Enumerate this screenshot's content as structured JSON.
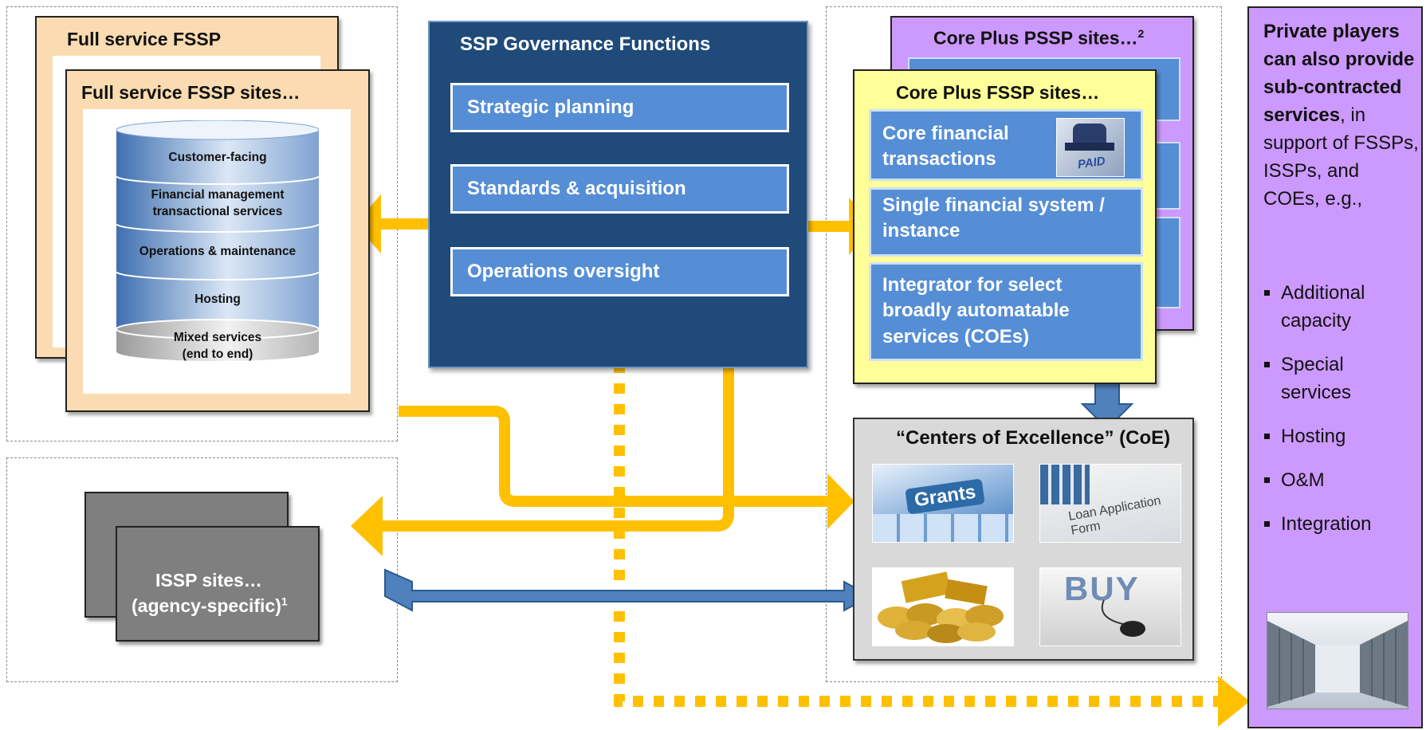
{
  "left_panel": {
    "back_title": "Full service FSSP",
    "front_title": "Full service FSSP sites…",
    "stack_layers": [
      "Customer-facing",
      "Financial management transactional services",
      "Operations & maintenance",
      "Hosting",
      "Mixed services (end to end)"
    ]
  },
  "governance": {
    "title": "SSP Governance Functions",
    "items": [
      "Strategic planning",
      "Standards & acquisition",
      "Operations oversight"
    ]
  },
  "core_plus": {
    "pssp_title": "Core Plus PSSP sites…",
    "pssp_superscript": "2",
    "fssp_title": "Core Plus FSSP sites…",
    "items": [
      "Core financial transactions",
      "Single financial system / instance",
      "Integrator for select broadly automatable services (COEs)"
    ],
    "stamp_label": "PAID"
  },
  "coe": {
    "title": "“Centers of Excellence” (CoE)",
    "images": [
      "Grants",
      "Loan Application Form",
      "Gold coins",
      "BUY"
    ]
  },
  "issp": {
    "line1": "ISSP sites…",
    "line2": "(agency-specific)",
    "superscript": "1"
  },
  "private": {
    "bold_text": "Private players can also provide sub-contracted services",
    "rest_text": ", in support of FSSPs, ISSPs, and COEs, e.g.,",
    "bullets": [
      "Additional capacity",
      "Special services",
      "Hosting",
      "O&M",
      "Integration"
    ]
  },
  "colors": {
    "navy": "#1f4a79",
    "item_blue": "#558ed5",
    "arrow_gold": "#ffc000",
    "peach": "#fbdcb2",
    "light_yellow": "#ffff99",
    "purple": "#cc99ff",
    "coe_grey": "#d9d9d9"
  }
}
